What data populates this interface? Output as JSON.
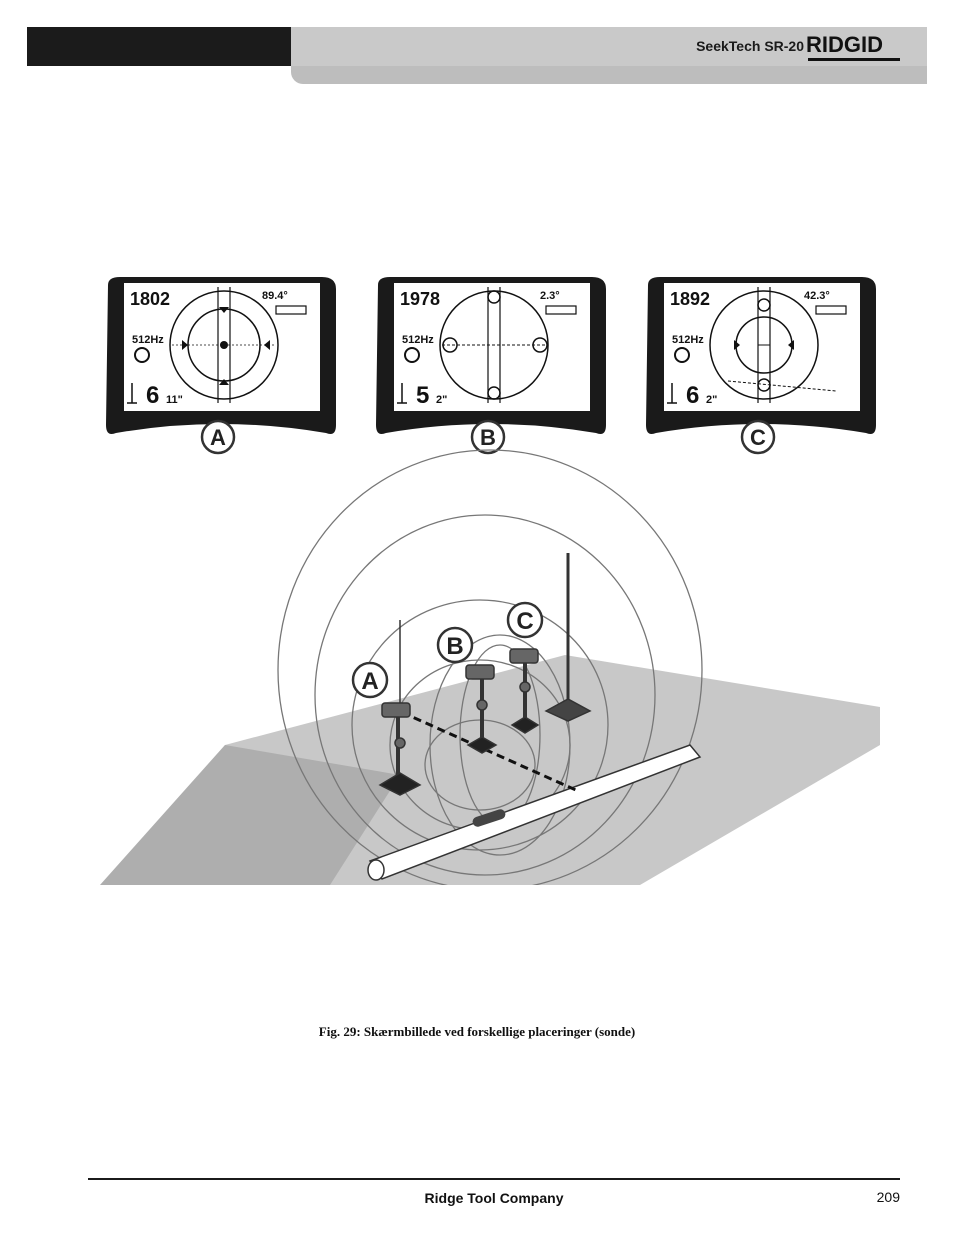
{
  "header": {
    "product_title": "SeekTech SR-20",
    "brand_logo": "RIDGID"
  },
  "figure": {
    "screens": [
      {
        "label": "A",
        "frequency_count": "1802",
        "angle": "89.4°",
        "signal": "512Hz",
        "depth_feet": "6",
        "depth_inches": "11\""
      },
      {
        "label": "B",
        "frequency_count": "1978",
        "angle": "2.3°",
        "signal": "512Hz",
        "depth_feet": "5",
        "depth_inches": "2\""
      },
      {
        "label": "C",
        "frequency_count": "1892",
        "angle": "42.3°",
        "signal": "512Hz",
        "depth_feet": "6",
        "depth_inches": "2\""
      }
    ],
    "position_labels": [
      "A",
      "B",
      "C"
    ]
  },
  "caption": "Fig. 29: Skærmbillede ved forskellige placeringer (sonde)",
  "footer": {
    "company": "Ridge Tool Company",
    "page_number": "209"
  }
}
